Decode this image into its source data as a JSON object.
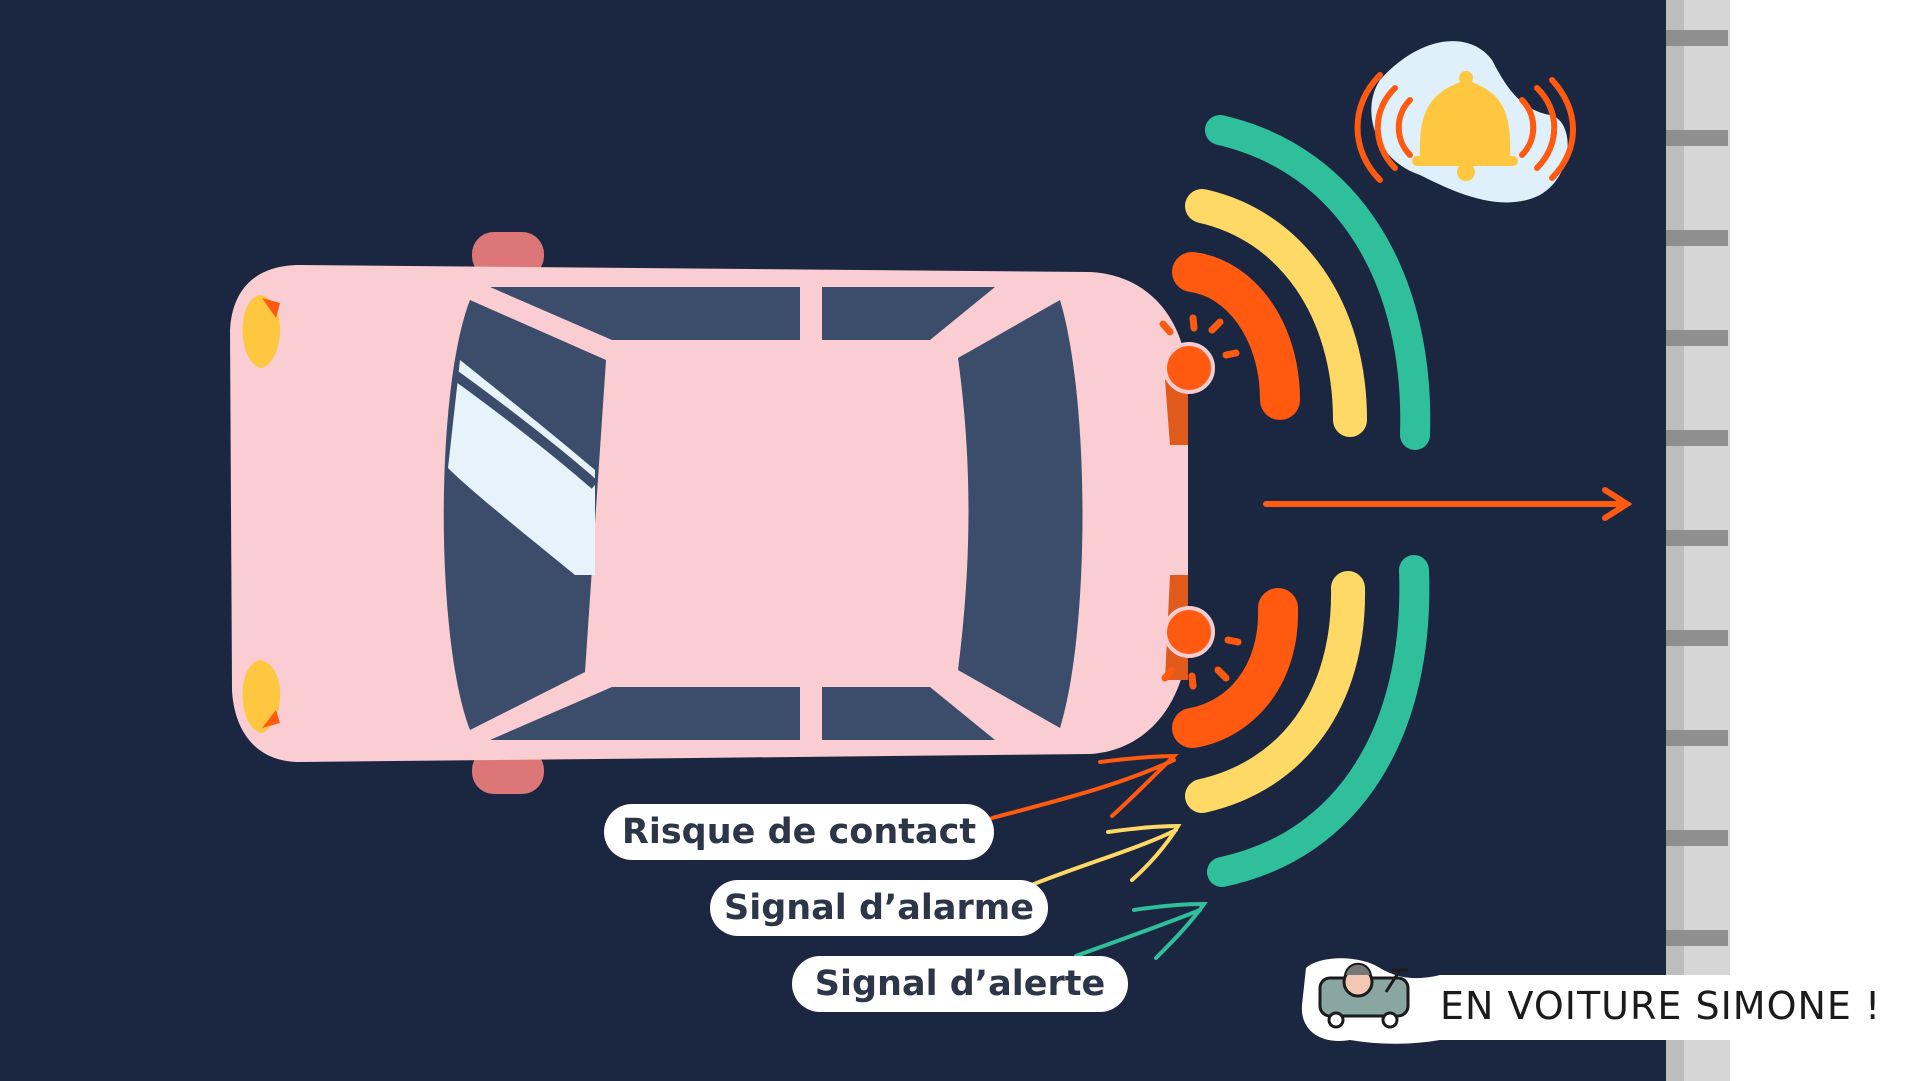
{
  "labels": {
    "contact": "Risque de contact",
    "alarme": "Signal d’alarme",
    "alerte": "Signal d’alerte"
  },
  "brand": {
    "text": "EN VOITURE SIMONE !",
    "icon": "car-with-driver-icon"
  },
  "icons": {
    "alert": "bell-icon",
    "sensor": "parking-sensor-icon",
    "direction": "arrow-right-icon"
  },
  "colors": {
    "background": "#1b2740",
    "car_body": "#f9cdd1",
    "glass": "#3b4d6b",
    "contact": "#ff5a0f",
    "alarme": "#ffd966",
    "alerte": "#2fbf9b",
    "wall": "#d6d6d6"
  }
}
